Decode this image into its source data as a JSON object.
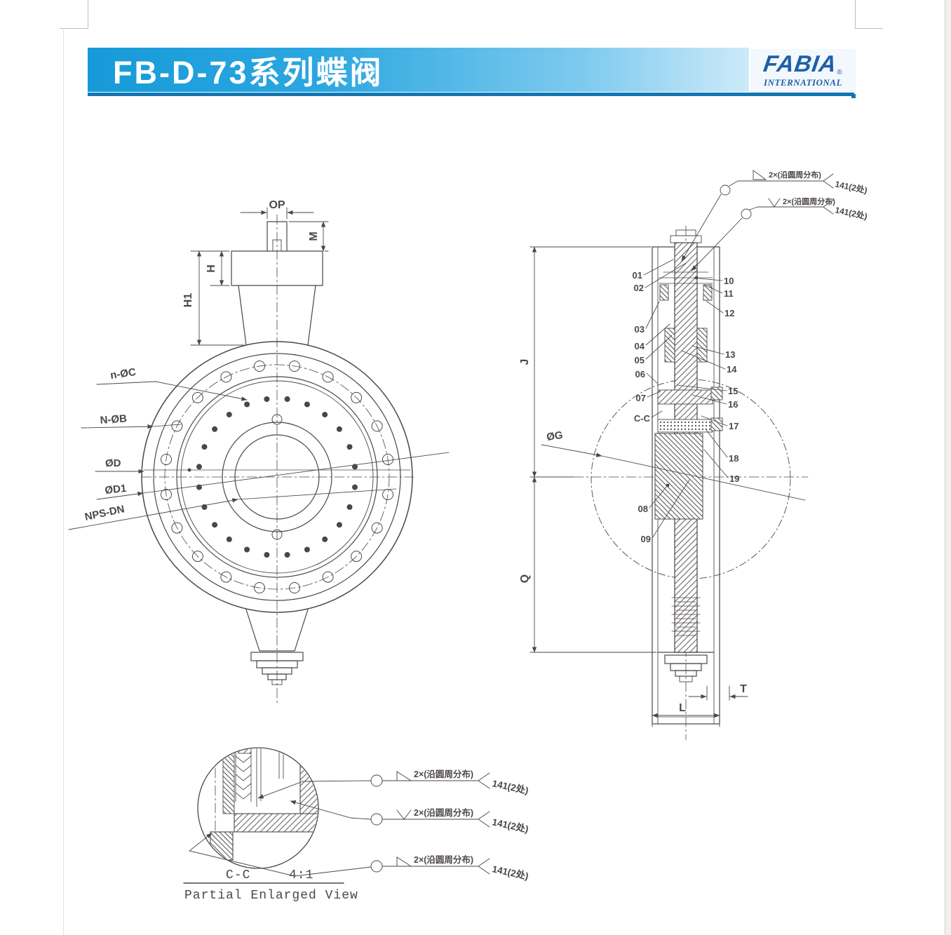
{
  "header": {
    "title": "FB-D-73系列蝶阀",
    "logo": {
      "brand": "FABIA",
      "reg": "®",
      "subtitle": "INTERNATIONAL"
    }
  },
  "front_view": {
    "dim_op": "OP",
    "dim_m": "M",
    "dim_h": "H",
    "dim_h1": "H1",
    "label_n_oc": "n-ØC",
    "label_n_ob": "N-ØB",
    "label_od": "ØD",
    "label_od1": "ØD1",
    "label_nps_dn": "NPS-DN"
  },
  "section_view": {
    "weld_callouts": [
      {
        "qty": "2×(沿圆周分布)",
        "process": "141(2处)"
      },
      {
        "qty": "2×(沿圆周分布)",
        "process": "141(2处)"
      }
    ],
    "parts_left": [
      "01",
      "02",
      "03",
      "04",
      "05",
      "06",
      "07"
    ],
    "section_mark": "C-C",
    "parts_lower": [
      "08",
      "09"
    ],
    "parts_right": [
      "10",
      "11",
      "12",
      "13",
      "14",
      "15",
      "16",
      "17",
      "18",
      "19"
    ],
    "dim_j": "J",
    "dim_q": "Q",
    "dim_og": "ØG",
    "dim_l": "L",
    "dim_t": "T"
  },
  "enlarged_view": {
    "weld_callouts": [
      {
        "qty": "2×(沿圆周分布)",
        "process": "141(2处)"
      },
      {
        "qty": "2×(沿圆周分布)",
        "process": "141(2处)"
      },
      {
        "qty": "2×(沿圆周分布)",
        "process": "141(2处)"
      }
    ],
    "section_mark": "C-C",
    "scale": "4:1",
    "caption": "Partial Enlarged View"
  },
  "colors": {
    "banner_gradient_start": "#179ad8",
    "banner_gradient_end": "#cdeaf9",
    "banner_underline": "#1276b3",
    "logo_blue": "#1e5fa9",
    "drawing_line": "#4c4649"
  }
}
